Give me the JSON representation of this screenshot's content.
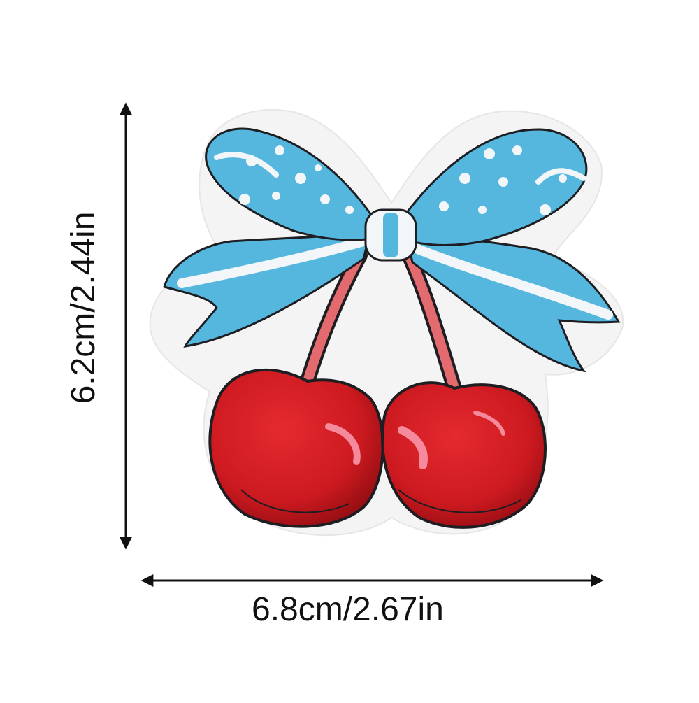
{
  "dimensions": {
    "width_label": "6.8cm/2.67in",
    "height_label": "6.2cm/2.44in"
  },
  "product": {
    "subject": "embroidered patch",
    "motif": "cherries with bow"
  },
  "colors": {
    "arrow": "#111111",
    "patch_border": "#f3f3f3",
    "bow_blue": "#55b7de",
    "bow_white": "#f2f6f8",
    "cherry_red": "#d21d22",
    "cherry_dark": "#8e0d12",
    "cherry_highlight": "#f48a9c",
    "stem": "#e36a6e",
    "outline": "#1d1d22"
  }
}
